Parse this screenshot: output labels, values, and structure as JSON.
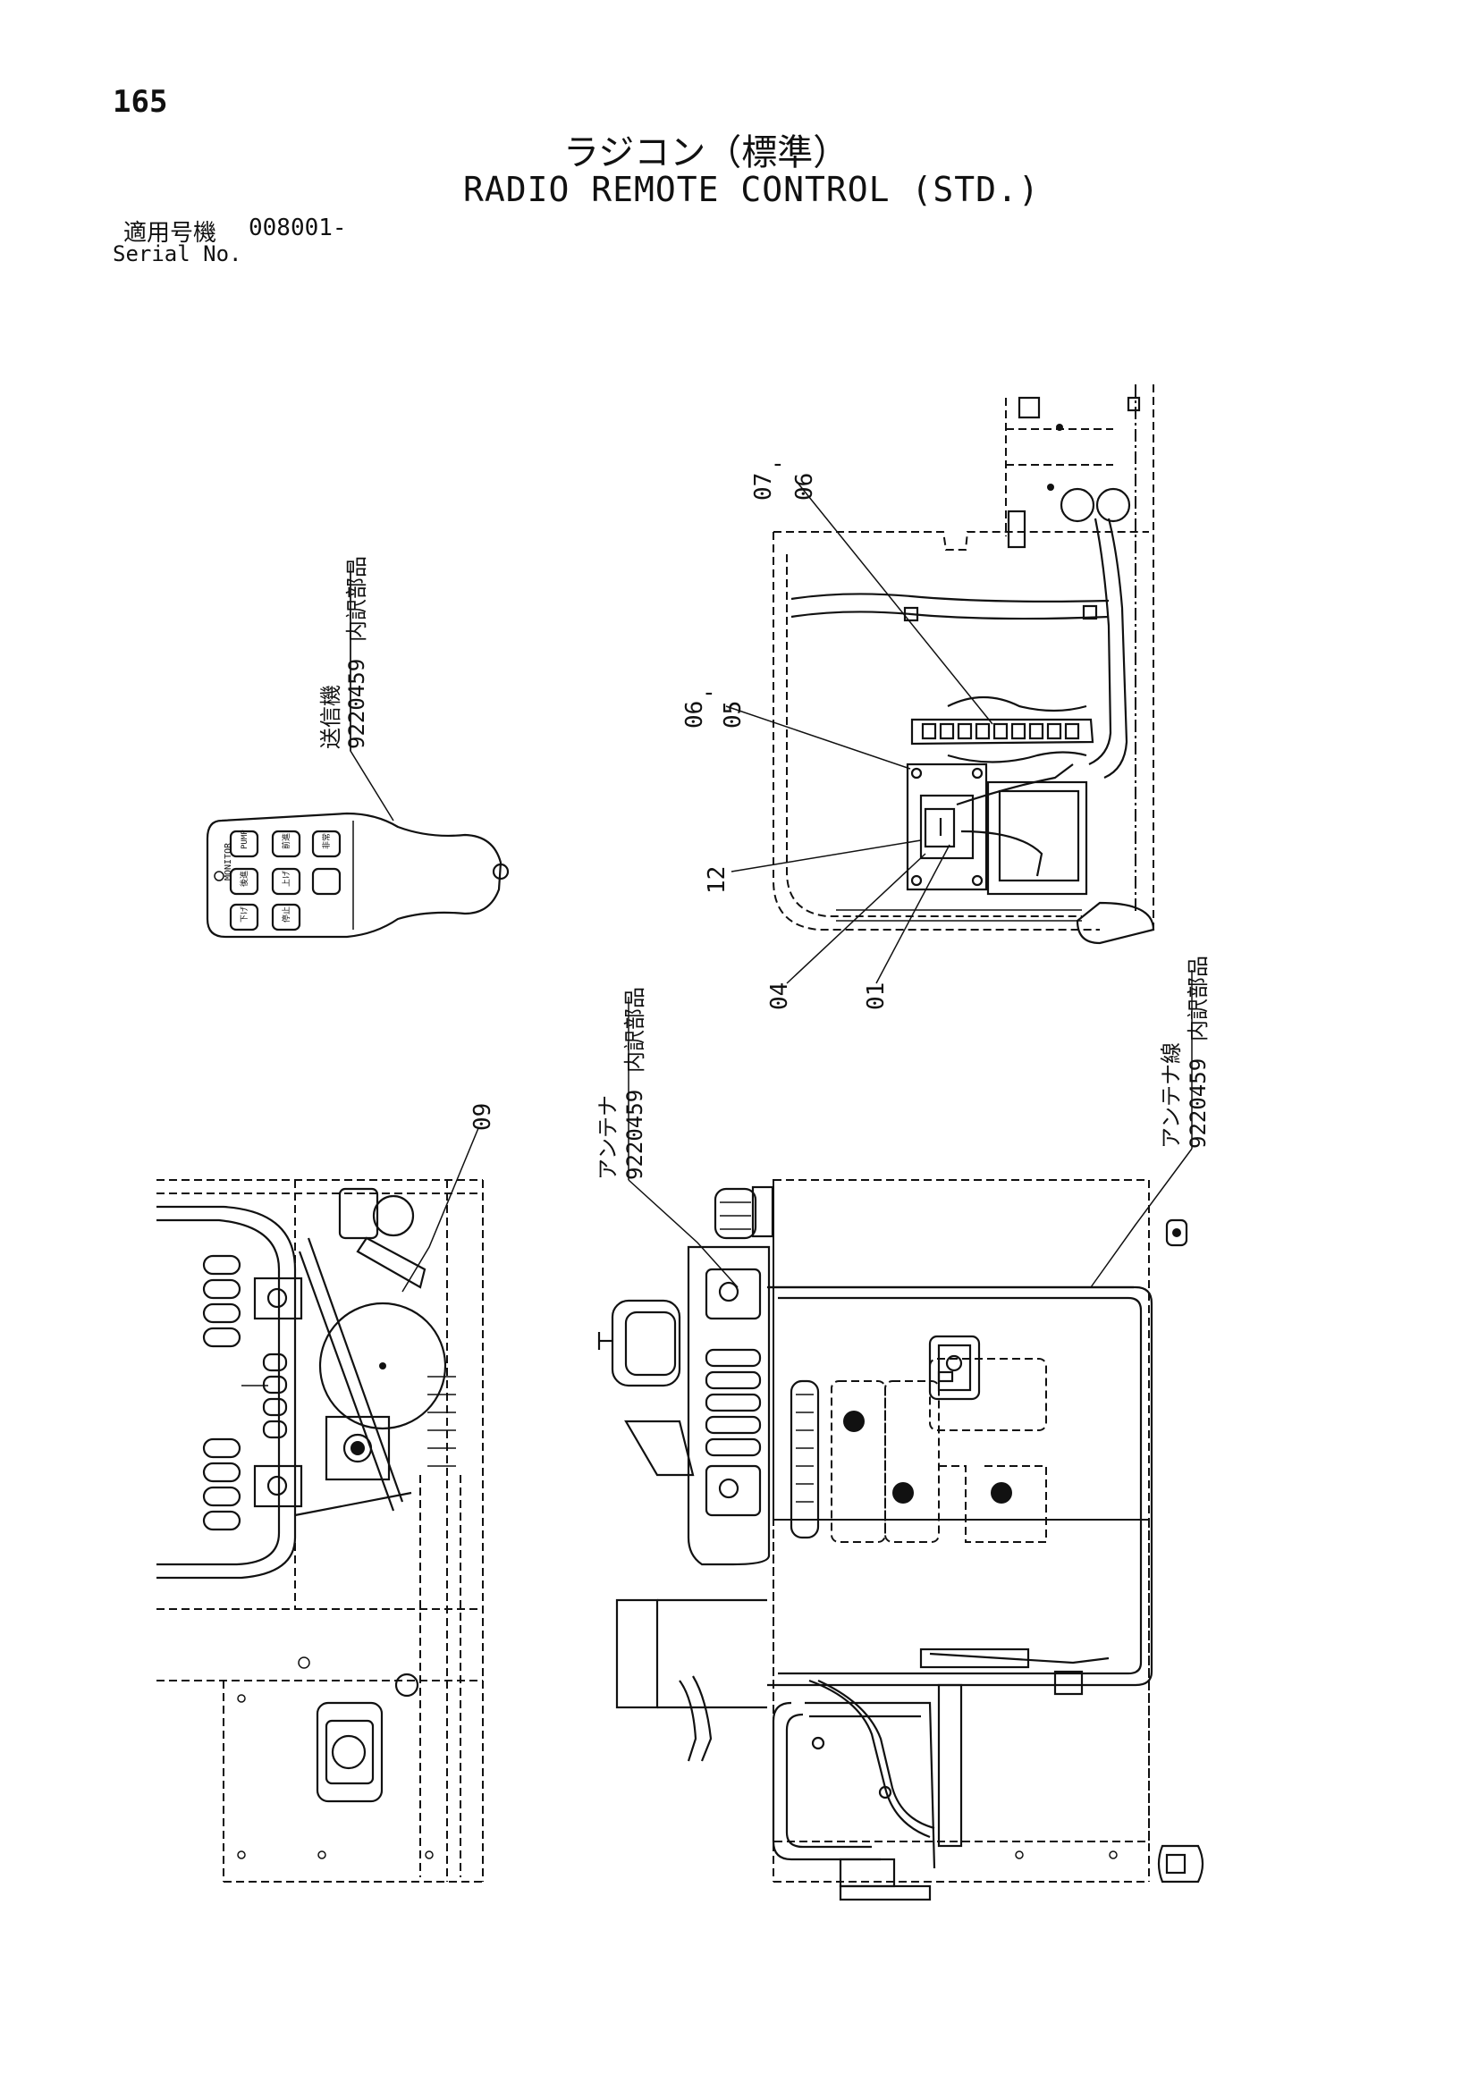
{
  "page": {
    "number": "165",
    "title_ja": "ラジコン（標準）",
    "title_en": "RADIO REMOTE CONTROL (STD.)"
  },
  "serial": {
    "label_ja": "適用号機",
    "value": "008001-",
    "label_en": "Serial No."
  },
  "callouts": {
    "transmitter": {
      "name": "送信機",
      "part_no": "9220459",
      "note": "内訳部品"
    },
    "antenna": {
      "name": "アンテナ",
      "part_no": "9220459",
      "note": "内訳部品"
    },
    "antenna_cable": {
      "name": "アンテナ線",
      "part_no": "9220459",
      "note": "内訳部品"
    }
  },
  "remote_buttons": [
    "MONITOR",
    "PUMP",
    "前進",
    "後進",
    "上げ",
    "下げ",
    "停止",
    "非常"
  ],
  "part_labels": {
    "p01": "01",
    "p04": "04",
    "p05": "05",
    "p06a": "06",
    "p06b": "06",
    "p07": "07",
    "p09": "09",
    "p12": "12",
    "sep": "-"
  }
}
